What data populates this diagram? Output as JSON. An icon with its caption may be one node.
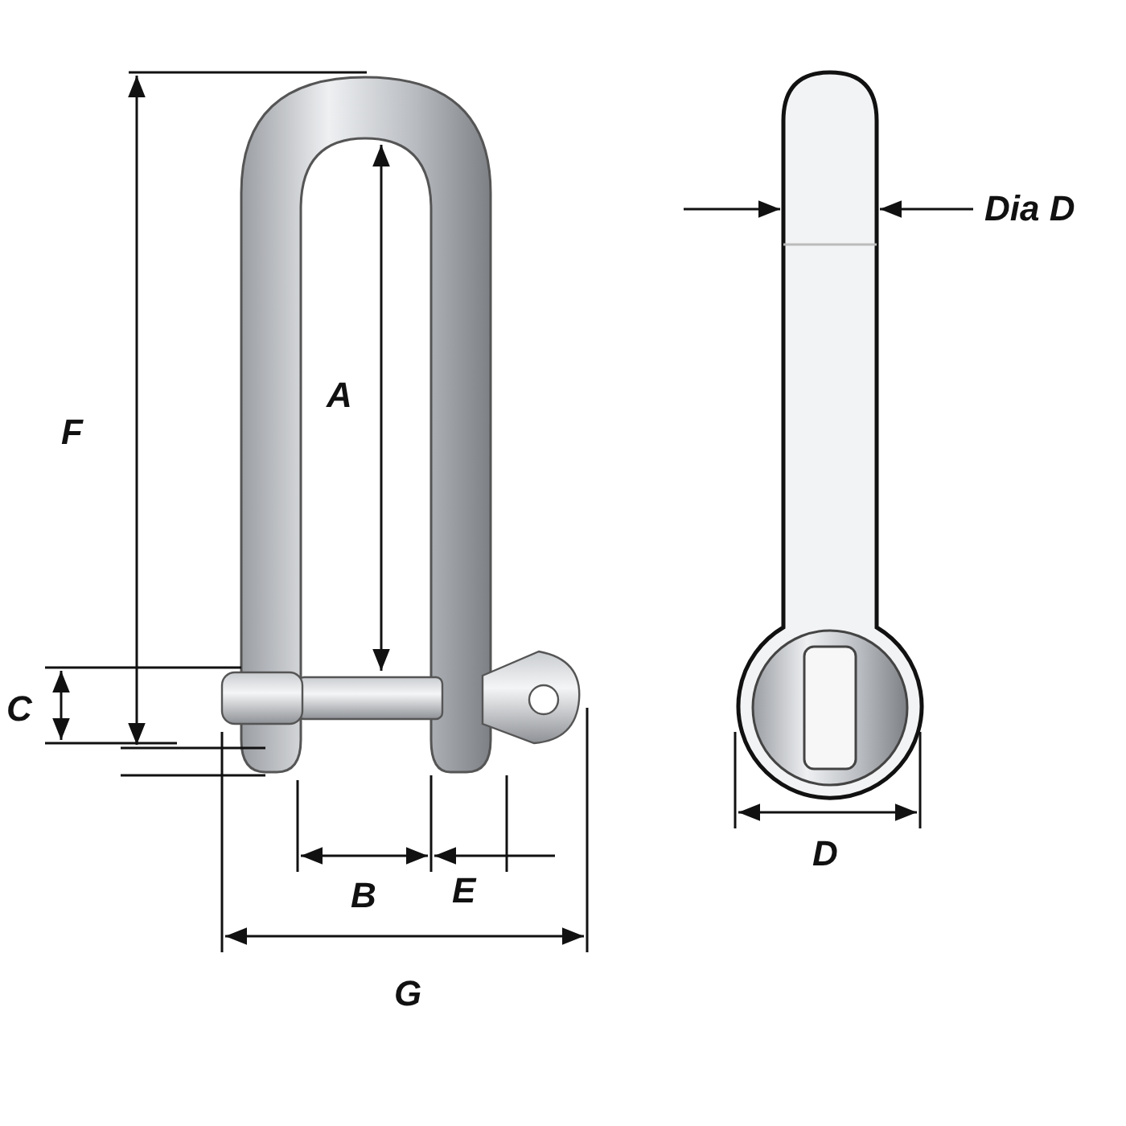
{
  "diagram": {
    "labels": [
      "F",
      "A",
      "Dia D",
      "C",
      "B",
      "E",
      "D",
      "G"
    ]
  }
}
